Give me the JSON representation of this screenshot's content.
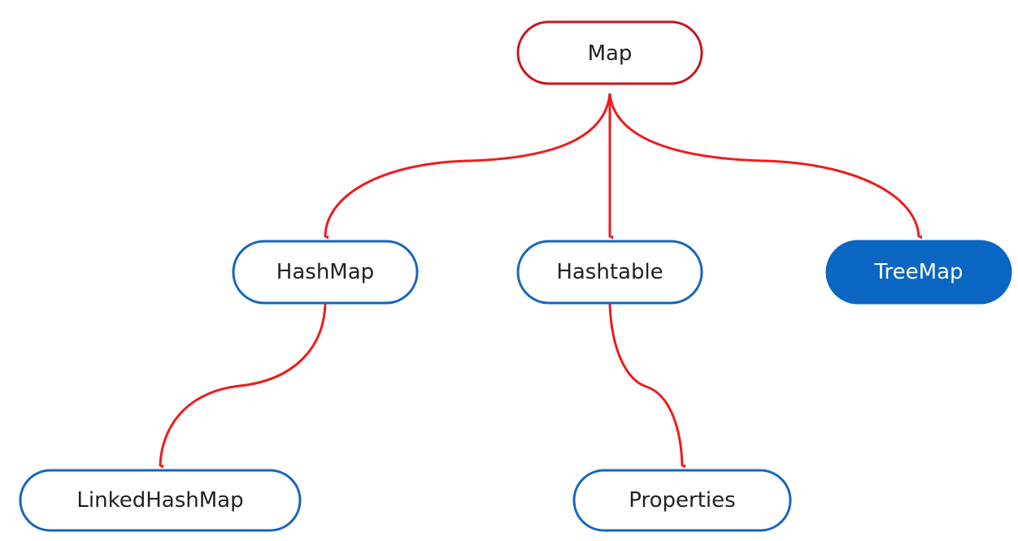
{
  "colors": {
    "root_border": "#c8161d",
    "node_border": "#1565c0",
    "node_fill": "#ffffff",
    "highlight_fill": "#0a66c2",
    "highlight_text": "#ffffff",
    "text": "#222222",
    "edge": "#ee1c1c"
  },
  "nodes": {
    "map": {
      "label": "Map",
      "style": "root"
    },
    "hashmap": {
      "label": "HashMap",
      "style": "outline"
    },
    "hashtable": {
      "label": "Hashtable",
      "style": "outline"
    },
    "treemap": {
      "label": "TreeMap",
      "style": "filled"
    },
    "linkedhashmap": {
      "label": "LinkedHashMap",
      "style": "outline"
    },
    "properties": {
      "label": "Properties",
      "style": "outline"
    }
  },
  "edges": [
    {
      "from": "map",
      "to": "hashmap"
    },
    {
      "from": "map",
      "to": "hashtable"
    },
    {
      "from": "map",
      "to": "treemap"
    },
    {
      "from": "hashmap",
      "to": "linkedhashmap"
    },
    {
      "from": "hashtable",
      "to": "properties"
    }
  ]
}
